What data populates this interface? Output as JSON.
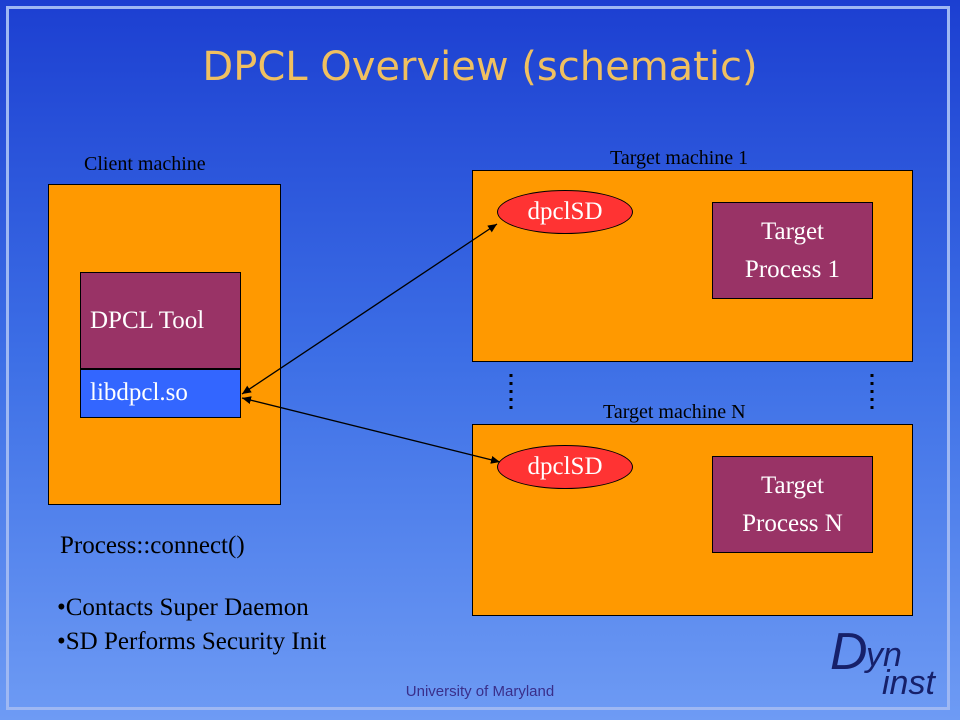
{
  "title": "DPCL Overview (schematic)",
  "client": {
    "caption": "Client machine",
    "tool_label": "DPCL Tool",
    "lib_label": "libdpcl.so"
  },
  "target1": {
    "caption": "Target machine 1",
    "daemon_label": "dpclSD",
    "process_line1": "Target",
    "process_line2": "Process 1"
  },
  "targetN": {
    "caption": "Target machine N",
    "daemon_label": "dpclSD",
    "process_line1": "Target",
    "process_line2": "Process N"
  },
  "connect_label": "Process::connect()",
  "bullets": [
    "•Contacts Super Daemon",
    "•SD Performs Security Init"
  ],
  "footer": "University of Maryland",
  "logo": {
    "d": "D",
    "yn": "yn",
    "inst": "inst"
  },
  "colors": {
    "machine": "#ff9900",
    "process": "#993366",
    "library": "#3366ff",
    "daemon": "#ff3333",
    "title": "#f0c060"
  }
}
